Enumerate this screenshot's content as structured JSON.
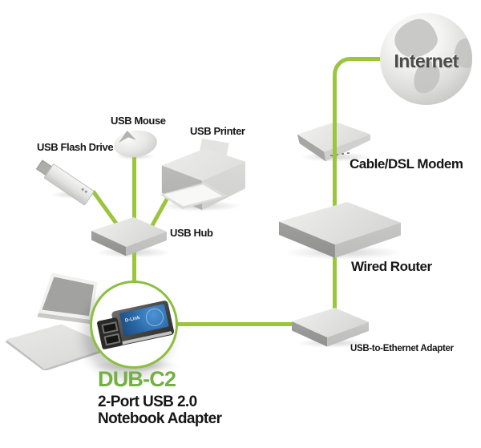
{
  "diagram": {
    "product": {
      "model": "DUB-C2",
      "description_line1": "2-Port USB 2.0",
      "description_line2": "Notebook Adapter",
      "card_brand": "D-Link"
    },
    "labels": {
      "internet": "Internet",
      "modem": "Cable/DSL Modem",
      "router": "Wired Router",
      "ethernet_adapter": "USB-to-Ethernet Adapter",
      "usb_hub": "USB Hub",
      "usb_mouse": "USB Mouse",
      "usb_flash_drive": "USB Flash Drive",
      "usb_printer": "USB Printer"
    },
    "colors": {
      "connector_green": "#9cc53e",
      "ring_green": "#8bbf3e",
      "model_green": "#74af43",
      "label_text": "#161616"
    }
  }
}
